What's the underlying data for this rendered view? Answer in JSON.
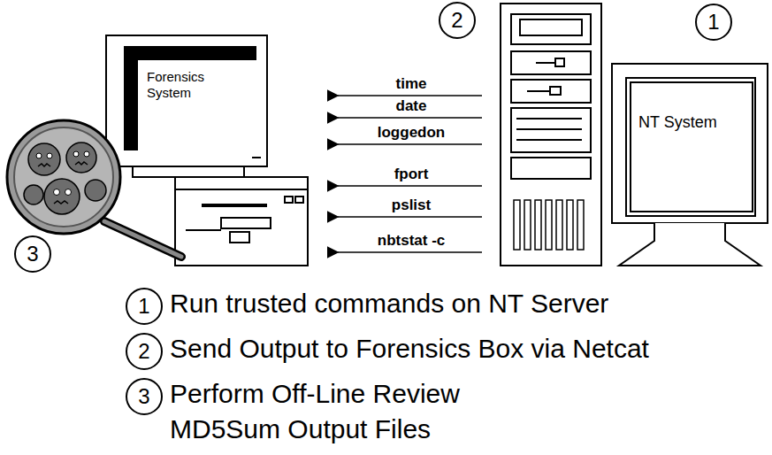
{
  "diagram": {
    "nodes": [
      {
        "text": [
          "Forensics System"
        ]
      },
      {
        "text": [
          "NT System"
        ]
      }
    ],
    "labels": [
      "2",
      "1",
      "time",
      "date",
      "loggedon",
      "fport",
      "pslist",
      "nbtstat -c",
      "3",
      "1",
      "Run trusted commands on NT Server",
      "2",
      "Send Output to Forensics Box via Netcat",
      "3",
      "Perform Off-Line Review",
      "MD5Sum Output Files"
    ]
  }
}
